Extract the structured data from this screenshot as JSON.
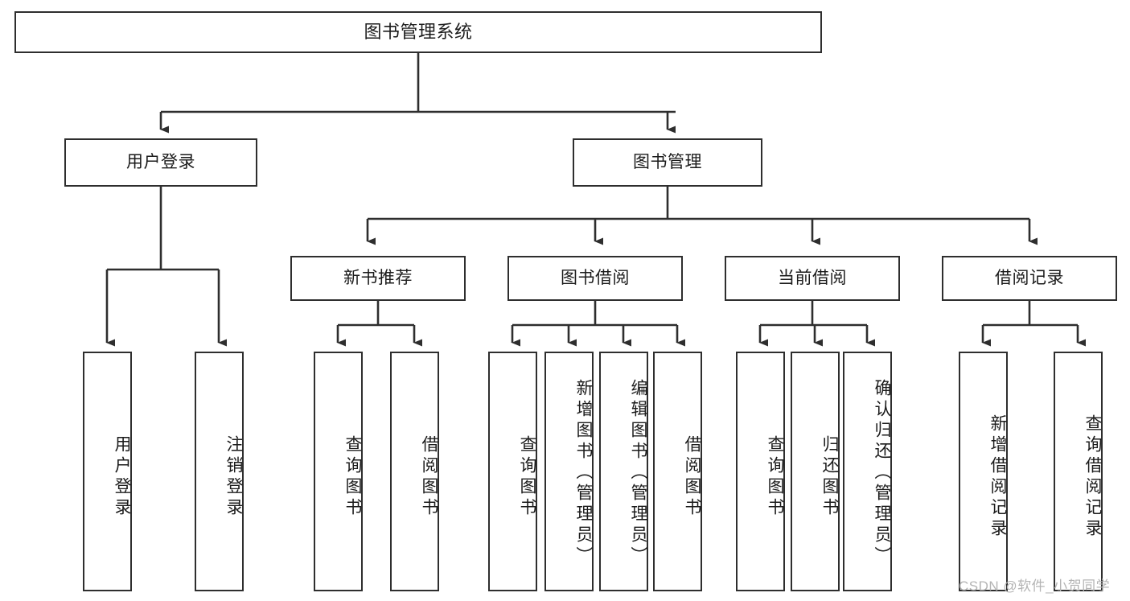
{
  "diagram": {
    "title": "图书管理系统",
    "type": "tree-hierarchy-diagram",
    "watermark": "CSDN @软件_小贺同学",
    "colors": {
      "box_border": "#2e2e2e",
      "box_fill": "#ffffff",
      "connector": "#333333",
      "text": "#1b1b1b",
      "watermark": "#b4b4b4",
      "background": "#ffffff"
    },
    "nodes": {
      "root": {
        "label": "图书管理系统"
      },
      "level2": [
        {
          "id": "user-login",
          "label": "用户登录"
        },
        {
          "id": "book-manage",
          "label": "图书管理"
        }
      ],
      "level3": [
        {
          "id": "new-book-rec",
          "label": "新书推荐"
        },
        {
          "id": "book-borrow",
          "label": "图书借阅"
        },
        {
          "id": "current-borrow",
          "label": "当前借阅"
        },
        {
          "id": "borrow-record",
          "label": "借阅记录"
        }
      ],
      "leaves": [
        {
          "id": "leaf-user-login",
          "label": "用户登录",
          "parent": "user-login"
        },
        {
          "id": "leaf-logout-login",
          "label": "注销登录",
          "parent": "user-login"
        },
        {
          "id": "leaf-query-book-1",
          "label": "查询图书",
          "parent": "new-book-rec"
        },
        {
          "id": "leaf-borrow-book-1",
          "label": "借阅图书",
          "parent": "new-book-rec"
        },
        {
          "id": "leaf-query-book-2",
          "label": "查询图书",
          "parent": "book-borrow"
        },
        {
          "id": "leaf-add-book",
          "label": "新增图书（管理员）",
          "parent": "book-borrow"
        },
        {
          "id": "leaf-edit-book",
          "label": "编辑图书（管理员）",
          "parent": "book-borrow"
        },
        {
          "id": "leaf-borrow-book-2",
          "label": "借阅图书",
          "parent": "book-borrow"
        },
        {
          "id": "leaf-query-book-3",
          "label": "查询图书",
          "parent": "current-borrow"
        },
        {
          "id": "leaf-return-book",
          "label": "归还图书",
          "parent": "current-borrow"
        },
        {
          "id": "leaf-confirm-return",
          "label": "确认归还（管理员）",
          "parent": "current-borrow"
        },
        {
          "id": "leaf-add-record",
          "label": "新增借阅记录",
          "parent": "borrow-record"
        },
        {
          "id": "leaf-query-record",
          "label": "查询借阅记录",
          "parent": "borrow-record"
        }
      ]
    }
  }
}
